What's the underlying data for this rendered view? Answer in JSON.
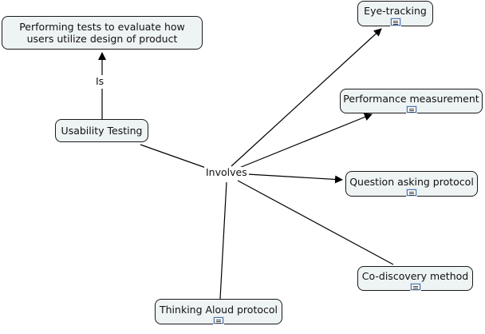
{
  "concepts": {
    "usability_testing": "Usability Testing",
    "performing_tests": "Performing tests to evaluate how users utilize design of product",
    "eye_tracking": "Eye-tracking",
    "performance_measurement": "Performance measurement",
    "question_asking": "Question asking protocol",
    "co_discovery": "Co-discovery method",
    "thinking_aloud": "Thinking Aloud protocol"
  },
  "linking_phrases": {
    "is": "Is",
    "involves": "Involves"
  },
  "colors": {
    "node_fill": "#eef3f4",
    "node_border": "#1a1a1a",
    "line": "#000000"
  },
  "icons": {
    "resource_icon": "document-icon"
  }
}
